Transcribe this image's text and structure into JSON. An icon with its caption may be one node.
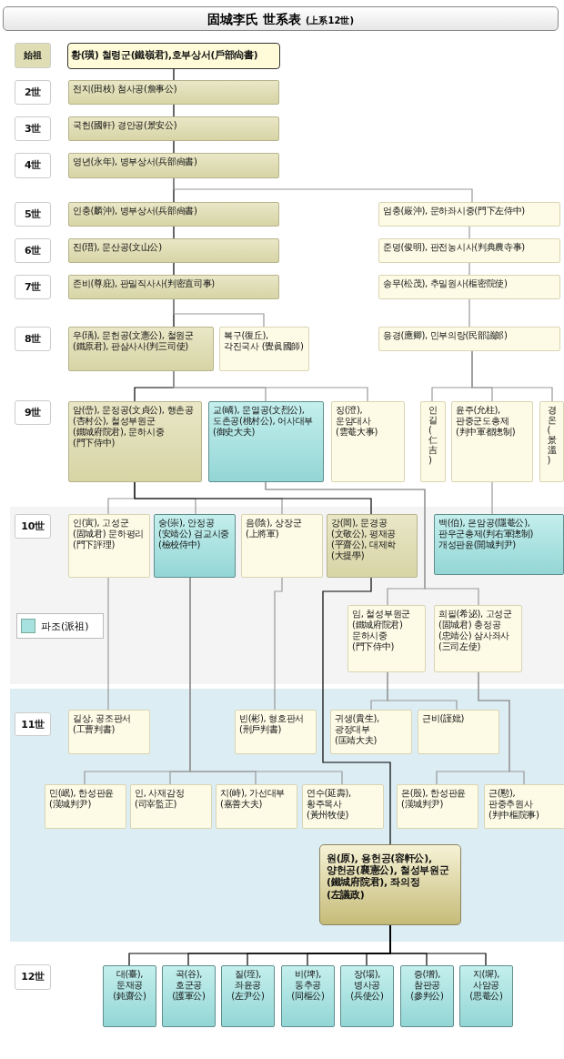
{
  "diagram": {
    "title": "固城李氏 世系表",
    "labels": [
      "(上系12世)"
    ],
    "legend": [
      {
        "text": "파조(派祖)",
        "color": "#a8e2e0"
      }
    ],
    "nodes": [
      {
        "text": [
          "황(璜) 철령군(鐵嶺君),호부상서(戶部尙書)"
        ]
      },
      {
        "text": [
          "전지(田枝) 첨사공(詹事公)"
        ]
      },
      {
        "text": [
          "국헌(國軒) 경안공(景安公)"
        ]
      },
      {
        "text": [
          "영년(永年), 병부상서(兵部尙書)"
        ]
      },
      {
        "text": [
          "인충(麟沖), 병부상서(兵部尙書)"
        ]
      },
      {
        "text": [
          "엄충(嚴沖), 문하좌시중(門下左侍中)"
        ]
      },
      {
        "text": [
          "진(瑨), 문산공(文山公)"
        ]
      },
      {
        "text": [
          "준명(俊明), 판전농시사(判典農寺事)"
        ]
      },
      {
        "text": [
          "존비(尊庇), 판밀직사사(判密直司事)"
        ]
      },
      {
        "text": [
          "송무(松茂), 추밀원사(樞密院使)"
        ]
      },
      {
        "text": [
          "우(瑀), 문헌공(文憲公), 철원군(鐵原君), 판삼사사(判三司使)"
        ]
      },
      {
        "text": [
          "복구(復丘), 각진국사 (覺眞國師)"
        ]
      },
      {
        "text": [
          "응경(應卿), 민부의랑(民部議郞)"
        ]
      },
      {
        "text": [
          "암(嵒), 문정공(文貞公), 행촌공(杏村公), 철성부원군(鐵城府院君), 문하시중(門下侍中)"
        ]
      },
      {
        "text": [
          "교(嶠), 문열공(文烈公), 도촌공(桃村公), 어사대부(御史大夫)"
        ]
      },
      {
        "text": [
          "징(澄), 운암대사 (雲菴大事)"
        ]
      },
      {
        "text": [
          "인길(仁吉)"
        ]
      },
      {
        "text": [
          "윤주(允柱), 판중군도총제 (判中軍都摠制)"
        ]
      },
      {
        "text": [
          "경온(景溫)"
        ]
      },
      {
        "text": [
          "인(寅), 고성군(固城君) 문하평리 (門下評理)"
        ]
      },
      {
        "text": [
          "숭(崇), 안정공(安靖公) 검교시중 (檢校侍中)"
        ]
      },
      {
        "text": [
          "음(陰), 상장군(上將軍)"
        ]
      },
      {
        "text": [
          "강(岡), 문경공(文敬公), 평재공(平齋公), 대제학(大提學)"
        ]
      },
      {
        "text": [
          "백(伯), 은암공(隱菴公), 판우군총제(判右軍摠制) 개성판윤(開城判尹)"
        ]
      },
      {
        "text": [
          "임, 철성부원군 (鐵城府院君) 문하시중 (門下侍中)"
        ]
      },
      {
        "text": [
          "희필(希泌), 고성군(固城君) 충정공(忠靖公) 삼사좌사 (三司左使)"
        ]
      },
      {
        "text": [
          "길상, 공조판서 (工曹判書)"
        ]
      },
      {
        "text": [
          "빈(彬), 형호판서 (刑戶判書)"
        ]
      },
      {
        "text": [
          "귀생(貴生), 광정대부 (匡靖大夫)"
        ]
      },
      {
        "text": [
          "근비(謹妣)"
        ]
      },
      {
        "text": [
          "민(岷), 한성판윤 (漢城判尹)"
        ]
      },
      {
        "text": [
          "인, 사재감정 (司宰監正)"
        ]
      },
      {
        "text": [
          "치(峙), 가선대부 (嘉善大夫)"
        ]
      },
      {
        "text": [
          "연수(延壽), 황주목사 (黃州牧使)"
        ]
      },
      {
        "text": [
          "은(殷), 한성판윤 (漢城判尹)"
        ]
      },
      {
        "text": [
          "근(懃), 판중추원사 (判中樞院事)"
        ]
      },
      {
        "text": [
          "원(原), 용헌공(容軒公), 양헌공(襄憲公), 철성부원군(鐵城府院君), 좌의정(左議政)"
        ]
      },
      {
        "text": [
          "대(臺), 둔재공 (鈍齋公)"
        ]
      },
      {
        "text": [
          "곡(谷), 호군공 (護軍公)"
        ]
      },
      {
        "text": [
          "질(垤), 좌윤공 (左尹公)"
        ]
      },
      {
        "text": [
          "비(埤), 동추공 (同樞公)"
        ]
      },
      {
        "text": [
          "장(場), 병사공 (兵使公)"
        ]
      },
      {
        "text": [
          "증(增), 참판공 (參判公)"
        ]
      },
      {
        "text": [
          "지(墀), 사암공 (思菴公)"
        ]
      },
      {
        "text": [
          "始祖"
        ]
      },
      {
        "text": [
          "2世"
        ]
      },
      {
        "text": [
          "3世"
        ]
      },
      {
        "text": [
          "4世"
        ]
      },
      {
        "text": [
          "5世"
        ]
      },
      {
        "text": [
          "6世"
        ]
      },
      {
        "text": [
          "7世"
        ]
      },
      {
        "text": [
          "8世"
        ]
      },
      {
        "text": [
          "9世"
        ]
      },
      {
        "text": [
          "10世"
        ]
      },
      {
        "text": [
          "11世"
        ]
      },
      {
        "text": [
          "12世"
        ]
      }
    ],
    "edges": [
      {
        "from": 0,
        "to": 1,
        "arrow": "none",
        "color": "#000000"
      },
      {
        "from": 1,
        "to": 2,
        "arrow": "none",
        "color": "#000000"
      },
      {
        "from": 2,
        "to": 3,
        "arrow": "none",
        "color": "#000000"
      },
      {
        "from": 3,
        "to": 4,
        "arrow": "none",
        "color": "#000000"
      },
      {
        "from": 3,
        "to": 5,
        "arrow": "none",
        "color": "#999999"
      },
      {
        "from": 4,
        "to": 6,
        "arrow": "none",
        "color": "#000000"
      },
      {
        "from": 6,
        "to": 8,
        "arrow": "none",
        "color": "#000000"
      },
      {
        "from": 5,
        "to": 7,
        "arrow": "none",
        "color": "#999999"
      },
      {
        "from": 7,
        "to": 9,
        "arrow": "none",
        "color": "#999999"
      },
      {
        "from": 9,
        "to": 12,
        "arrow": "none",
        "color": "#999999"
      },
      {
        "from": 8,
        "to": 10,
        "arrow": "none",
        "color": "#000000"
      },
      {
        "from": 8,
        "to": 11,
        "arrow": "none",
        "color": "#999999"
      },
      {
        "from": 10,
        "to": 13,
        "arrow": "none",
        "color": "#000000"
      },
      {
        "from": 10,
        "to": 14,
        "arrow": "none",
        "color": "#999999"
      },
      {
        "from": 10,
        "to": 15,
        "arrow": "none",
        "color": "#999999"
      },
      {
        "from": 12,
        "to": 16,
        "arrow": "none",
        "color": "#999999"
      },
      {
        "from": 12,
        "to": 17,
        "arrow": "none",
        "color": "#999999"
      },
      {
        "from": 12,
        "to": 18,
        "arrow": "none",
        "color": "#999999"
      },
      {
        "from": 17,
        "to": 23,
        "arrow": "none",
        "color": "#999999"
      },
      {
        "from": 13,
        "to": 19,
        "arrow": "none",
        "color": "#999999"
      },
      {
        "from": 13,
        "to": 20,
        "arrow": "none",
        "color": "#999999"
      },
      {
        "from": 13,
        "to": 21,
        "arrow": "none",
        "color": "#999999"
      },
      {
        "from": 13,
        "to": 22,
        "arrow": "none",
        "color": "#000000"
      },
      {
        "from": 14,
        "to": 24,
        "arrow": "none",
        "color": "#999999"
      },
      {
        "from": 14,
        "to": 25,
        "arrow": "none",
        "color": "#999999"
      },
      {
        "from": 19,
        "to": 26,
        "arrow": "none",
        "color": "#999999"
      },
      {
        "from": 20,
        "to": 30,
        "arrow": "none",
        "color": "#999999"
      },
      {
        "from": 20,
        "to": 31,
        "arrow": "none",
        "color": "#999999"
      },
      {
        "from": 20,
        "to": 32,
        "arrow": "none",
        "color": "#999999"
      },
      {
        "from": 20,
        "to": 33,
        "arrow": "none",
        "color": "#999999"
      },
      {
        "from": 21,
        "to": 27,
        "arrow": "none",
        "color": "#999999"
      },
      {
        "from": 22,
        "to": 36,
        "arrow": "none",
        "color": "#000000"
      },
      {
        "from": 24,
        "to": 28,
        "arrow": "none",
        "color": "#999999"
      },
      {
        "from": 24,
        "to": 29,
        "arrow": "none",
        "color": "#999999"
      },
      {
        "from": 25,
        "to": 34,
        "arrow": "none",
        "color": "#999999"
      },
      {
        "from": 25,
        "to": 35,
        "arrow": "none",
        "color": "#999999"
      },
      {
        "from": 36,
        "to": 37,
        "arrow": "none",
        "color": "#000000"
      },
      {
        "from": 36,
        "to": 38,
        "arrow": "none",
        "color": "#000000"
      },
      {
        "from": 36,
        "to": 39,
        "arrow": "none",
        "color": "#000000"
      },
      {
        "from": 36,
        "to": 40,
        "arrow": "none",
        "color": "#000000"
      },
      {
        "from": 36,
        "to": 41,
        "arrow": "none",
        "color": "#000000"
      },
      {
        "from": 36,
        "to": 42,
        "arrow": "none",
        "color": "#000000"
      },
      {
        "from": 36,
        "to": 43,
        "arrow": "none",
        "color": "#000000"
      }
    ]
  }
}
